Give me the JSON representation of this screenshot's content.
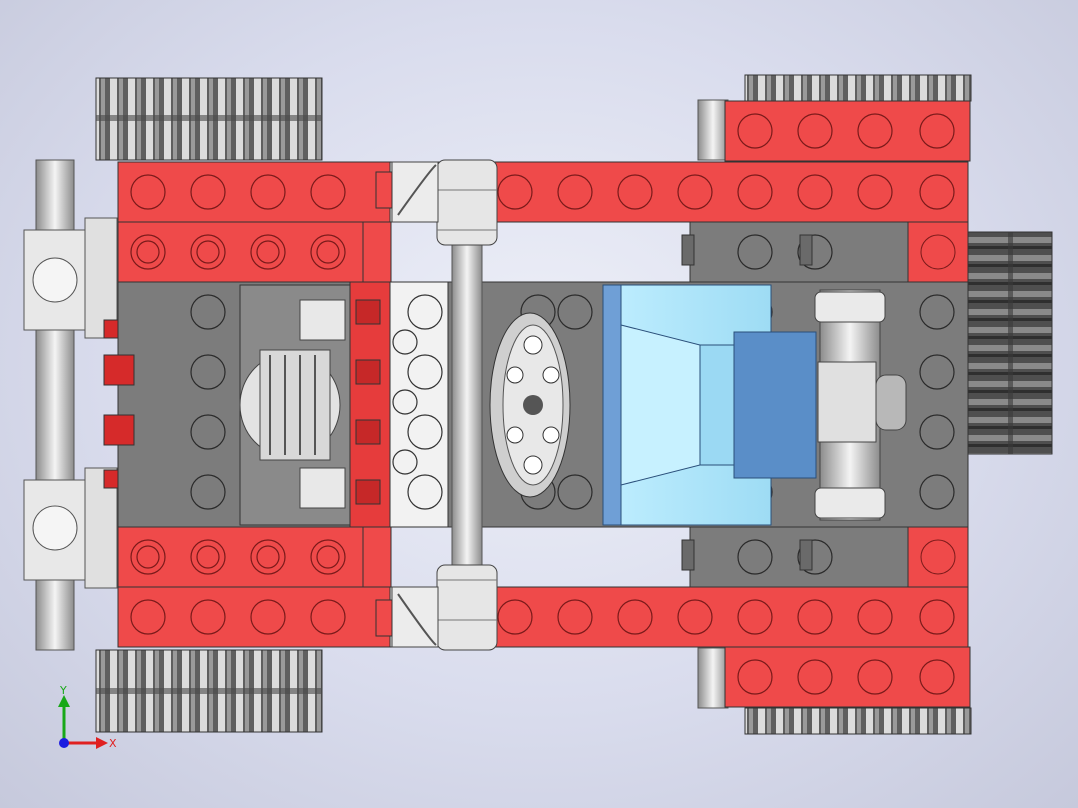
{
  "viewport": {
    "model": "lego-technic-vehicle-chassis",
    "view": "top",
    "colors": {
      "red": "#ef4a4a",
      "red_dark": "#c62828",
      "gray": "#7c7c7c",
      "gray_light": "#9a9a9a",
      "white_part": "#e9e9e9",
      "blue_part": "#a8e4f8",
      "blue_dark": "#5a8ec8",
      "tire": "#6e6e6e",
      "background": "#d9dced"
    }
  },
  "triad": {
    "x_label": "X",
    "y_label": "Y",
    "x_color": "#e02020",
    "y_color": "#18a818",
    "z_color": "#1c1ce0"
  }
}
